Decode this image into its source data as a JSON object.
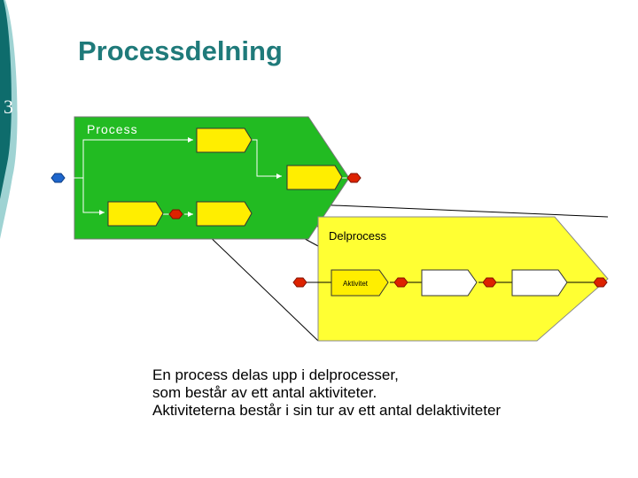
{
  "slide": {
    "title": "Processdelning",
    "slide_number": "3"
  },
  "diagram": {
    "process_label": "Process",
    "subprocess_label": "Delprocess",
    "activity_label": "Aktivitet",
    "colors": {
      "process_fill": "#22bb22",
      "subprocess_fill": "#ffff33",
      "box_fill": "#ffee00",
      "event_red": "#dd2200",
      "event_blue": "#1e66cc",
      "title_teal": "#1f7a7a",
      "bar_teal": "#0e6c6c",
      "bar_light": "#9fd3d3"
    }
  },
  "caption": {
    "line1": "En process delas upp i delprocesser,",
    "line2": "som består av ett antal aktiviteter.",
    "line3": "Aktiviteterna består i sin tur av ett antal delaktiviteter"
  }
}
